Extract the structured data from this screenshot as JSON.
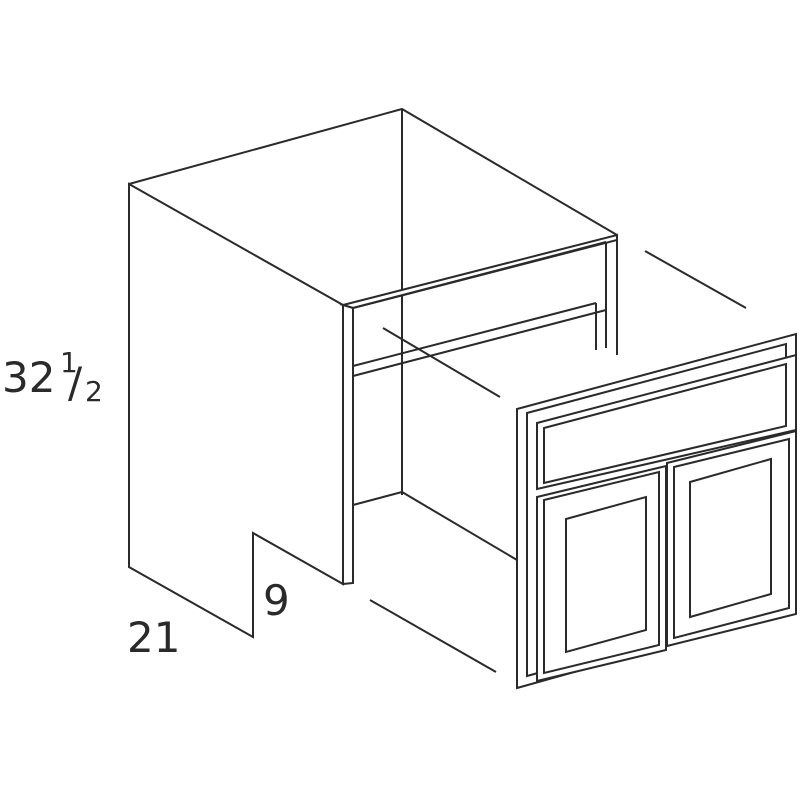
{
  "dimensions": {
    "height_whole": "32",
    "height_frac_num": "1",
    "height_frac_slash": "/",
    "height_frac_den": "2",
    "depth": "21",
    "toe_kick": "9"
  },
  "colors": {
    "line": "#2a2a2a",
    "background": "#ffffff"
  }
}
